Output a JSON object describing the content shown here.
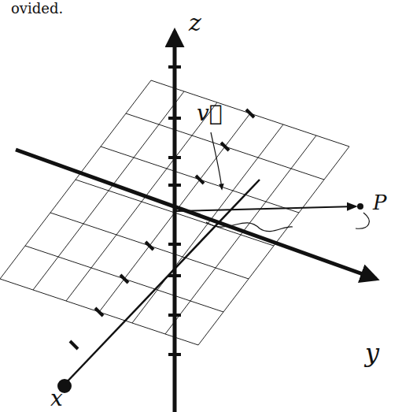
{
  "diagram": {
    "labels": [
      "ovided.",
      "z",
      "v⃗",
      "P",
      "y",
      "x"
    ]
  }
}
